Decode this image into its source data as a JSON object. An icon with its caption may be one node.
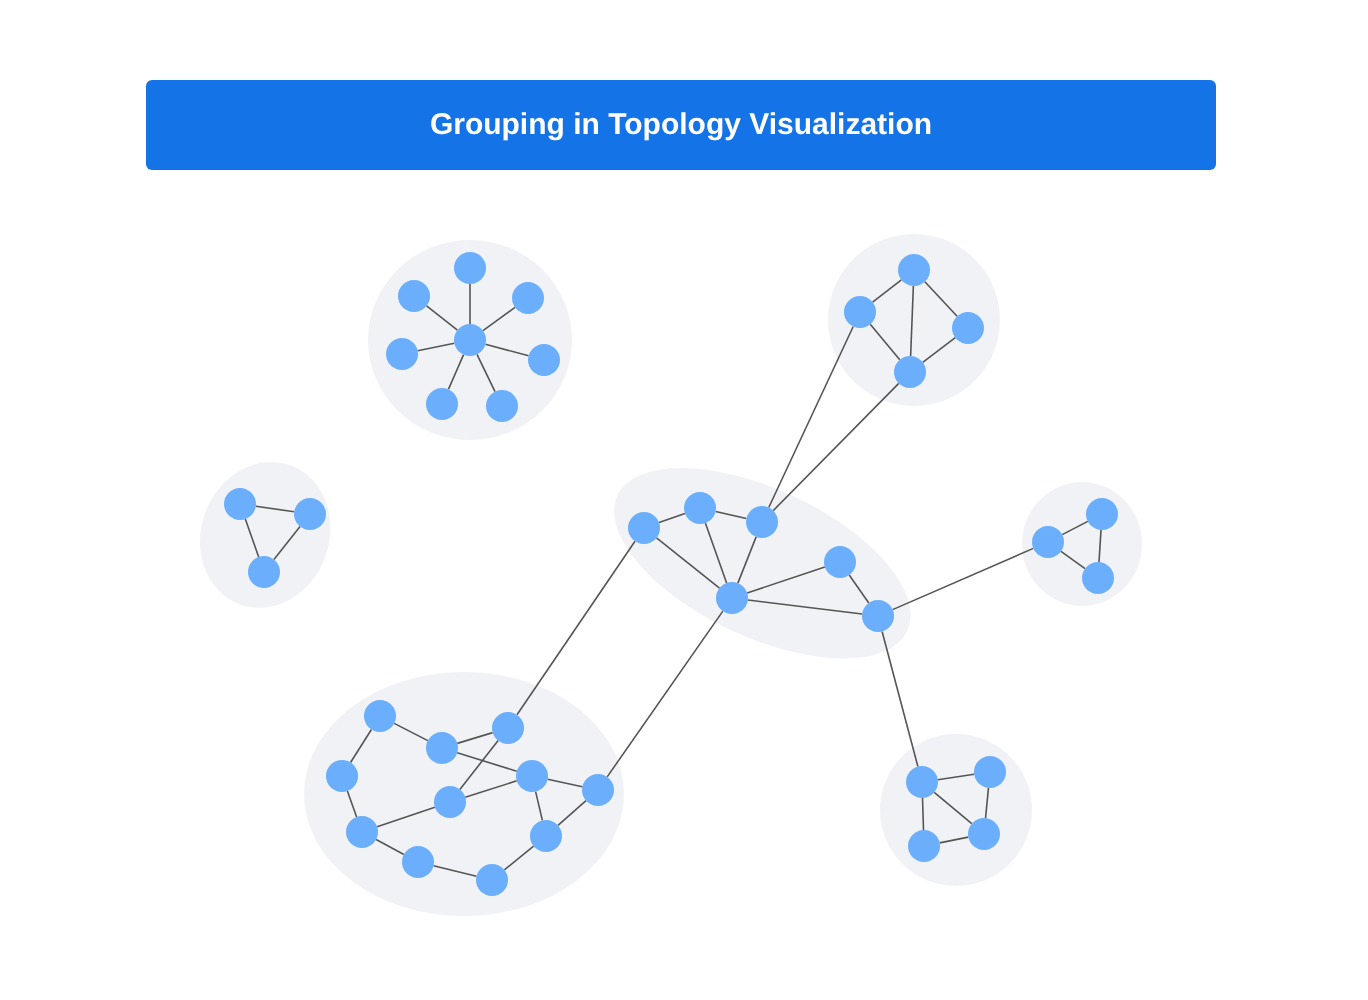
{
  "diagram": {
    "title": "Grouping in Topology Visualization",
    "nodes": [
      {
        "text": [],
        "shape": "ellipse"
      },
      {
        "text": [],
        "shape": "circle",
        "in": 0
      },
      {
        "text": [],
        "shape": "circle",
        "in": 0
      },
      {
        "text": [],
        "shape": "circle",
        "in": 0
      },
      {
        "text": [],
        "shape": "circle",
        "in": 0
      },
      {
        "text": [],
        "shape": "circle",
        "in": 0
      },
      {
        "text": [],
        "shape": "circle",
        "in": 0
      },
      {
        "text": [],
        "shape": "circle",
        "in": 0
      },
      {
        "text": [],
        "shape": "circle",
        "in": 0
      },
      {
        "text": [],
        "shape": "ellipse"
      },
      {
        "text": [],
        "shape": "circle",
        "in": 9
      },
      {
        "text": [],
        "shape": "circle",
        "in": 9
      },
      {
        "text": [],
        "shape": "circle",
        "in": 9
      },
      {
        "text": [],
        "shape": "circle",
        "in": 9
      },
      {
        "text": [],
        "shape": "ellipse"
      },
      {
        "text": [],
        "shape": "circle",
        "in": 14
      },
      {
        "text": [],
        "shape": "circle",
        "in": 14
      },
      {
        "text": [],
        "shape": "circle",
        "in": 14
      },
      {
        "text": [],
        "shape": "ellipse"
      },
      {
        "text": [],
        "shape": "circle",
        "in": 18
      },
      {
        "text": [],
        "shape": "circle",
        "in": 18
      },
      {
        "text": [],
        "shape": "circle",
        "in": 18
      },
      {
        "text": [],
        "shape": "circle",
        "in": 18
      },
      {
        "text": [],
        "shape": "circle",
        "in": 18
      },
      {
        "text": [],
        "shape": "circle",
        "in": 18
      },
      {
        "text": [],
        "shape": "ellipse"
      },
      {
        "text": [],
        "shape": "circle",
        "in": 25
      },
      {
        "text": [],
        "shape": "circle",
        "in": 25
      },
      {
        "text": [],
        "shape": "circle",
        "in": 25
      },
      {
        "text": [],
        "shape": "ellipse"
      },
      {
        "text": [],
        "shape": "circle",
        "in": 29
      },
      {
        "text": [],
        "shape": "circle",
        "in": 29
      },
      {
        "text": [],
        "shape": "circle",
        "in": 29
      },
      {
        "text": [],
        "shape": "circle",
        "in": 29
      },
      {
        "text": [],
        "shape": "circle",
        "in": 29
      },
      {
        "text": [],
        "shape": "circle",
        "in": 29
      },
      {
        "text": [],
        "shape": "circle",
        "in": 29
      },
      {
        "text": [],
        "shape": "circle",
        "in": 29
      },
      {
        "text": [],
        "shape": "circle",
        "in": 29
      },
      {
        "text": [],
        "shape": "circle",
        "in": 29
      },
      {
        "text": [],
        "shape": "circle",
        "in": 29
      },
      {
        "text": [],
        "shape": "ellipse"
      },
      {
        "text": [],
        "shape": "circle",
        "in": 41
      },
      {
        "text": [],
        "shape": "circle",
        "in": 41
      },
      {
        "text": [],
        "shape": "circle",
        "in": 41
      },
      {
        "text": [],
        "shape": "circle",
        "in": 41
      }
    ],
    "edges": [
      {
        "from": 1,
        "to": 2,
        "arrow": "none"
      },
      {
        "from": 1,
        "to": 3,
        "arrow": "none"
      },
      {
        "from": 1,
        "to": 4,
        "arrow": "none"
      },
      {
        "from": 1,
        "to": 5,
        "arrow": "none"
      },
      {
        "from": 1,
        "to": 6,
        "arrow": "none"
      },
      {
        "from": 1,
        "to": 7,
        "arrow": "none"
      },
      {
        "from": 1,
        "to": 8,
        "arrow": "none"
      },
      {
        "from": 11,
        "to": 10,
        "arrow": "none"
      },
      {
        "from": 10,
        "to": 13,
        "arrow": "none"
      },
      {
        "from": 10,
        "to": 12,
        "arrow": "none"
      },
      {
        "from": 12,
        "to": 13,
        "arrow": "none"
      },
      {
        "from": 11,
        "to": 13,
        "arrow": "none"
      },
      {
        "from": 15,
        "to": 16,
        "arrow": "none"
      },
      {
        "from": 16,
        "to": 17,
        "arrow": "none"
      },
      {
        "from": 15,
        "to": 17,
        "arrow": "none"
      },
      {
        "from": 19,
        "to": 20,
        "arrow": "none"
      },
      {
        "from": 20,
        "to": 21,
        "arrow": "none"
      },
      {
        "from": 19,
        "to": 23,
        "arrow": "none"
      },
      {
        "from": 20,
        "to": 23,
        "arrow": "none"
      },
      {
        "from": 21,
        "to": 23,
        "arrow": "none"
      },
      {
        "from": 23,
        "to": 22,
        "arrow": "none"
      },
      {
        "from": 23,
        "to": 24,
        "arrow": "none"
      },
      {
        "from": 22,
        "to": 24,
        "arrow": "none"
      },
      {
        "from": 27,
        "to": 26,
        "arrow": "none"
      },
      {
        "from": 26,
        "to": 28,
        "arrow": "none"
      },
      {
        "from": 27,
        "to": 28,
        "arrow": "none"
      },
      {
        "from": 30,
        "to": 32,
        "arrow": "none"
      },
      {
        "from": 32,
        "to": 31,
        "arrow": "none"
      },
      {
        "from": 30,
        "to": 33,
        "arrow": "none"
      },
      {
        "from": 33,
        "to": 37,
        "arrow": "none"
      },
      {
        "from": 32,
        "to": 34,
        "arrow": "none"
      },
      {
        "from": 31,
        "to": 36,
        "arrow": "none"
      },
      {
        "from": 36,
        "to": 37,
        "arrow": "none"
      },
      {
        "from": 36,
        "to": 34,
        "arrow": "none"
      },
      {
        "from": 34,
        "to": 35,
        "arrow": "none"
      },
      {
        "from": 34,
        "to": 38,
        "arrow": "none"
      },
      {
        "from": 38,
        "to": 35,
        "arrow": "none"
      },
      {
        "from": 37,
        "to": 39,
        "arrow": "none"
      },
      {
        "from": 39,
        "to": 40,
        "arrow": "none"
      },
      {
        "from": 40,
        "to": 38,
        "arrow": "none"
      },
      {
        "from": 43,
        "to": 42,
        "arrow": "none"
      },
      {
        "from": 42,
        "to": 44,
        "arrow": "none"
      },
      {
        "from": 43,
        "to": 44,
        "arrow": "none"
      },
      {
        "from": 43,
        "to": 45,
        "arrow": "none"
      },
      {
        "from": 45,
        "to": 44,
        "arrow": "none"
      },
      {
        "from": 21,
        "to": 11,
        "arrow": "none"
      },
      {
        "from": 21,
        "to": 13,
        "arrow": "none"
      },
      {
        "from": 19,
        "to": 31,
        "arrow": "none"
      },
      {
        "from": 23,
        "to": 35,
        "arrow": "none"
      },
      {
        "from": 24,
        "to": 27,
        "arrow": "none"
      },
      {
        "from": 24,
        "to": 43,
        "arrow": "none"
      }
    ]
  }
}
